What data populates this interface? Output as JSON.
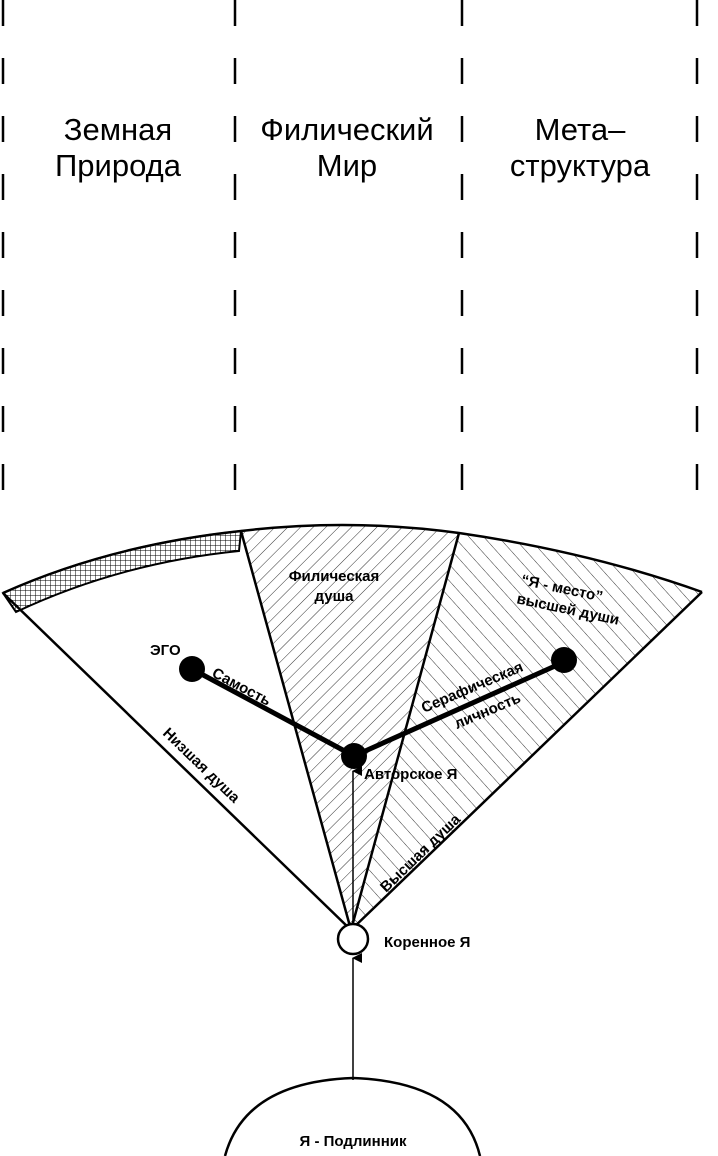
{
  "columns": {
    "col1": "Земная\nПрирода",
    "col2": "Филический\nМир",
    "col3": "Мета–\nструктура"
  },
  "labels": {
    "philic_soul_1": "Филическая",
    "philic_soul_2": "душа",
    "ya_mesto_1": "“Я - место”",
    "ya_mesto_2": "высшей души",
    "ego": "ЭГО",
    "samost": "Самость",
    "seraph_1": "Серафическая",
    "seraph_2": "личность",
    "lower_soul": "Низшая душа",
    "author_self": "Авторское Я",
    "higher_soul": "Высшая душа",
    "root_self": "Коренное Я",
    "original": "Я - Подлинник"
  },
  "colors": {
    "line": "#000000",
    "node": "#000000",
    "root_node_fill": "#ffffff",
    "background": "#ffffff"
  }
}
